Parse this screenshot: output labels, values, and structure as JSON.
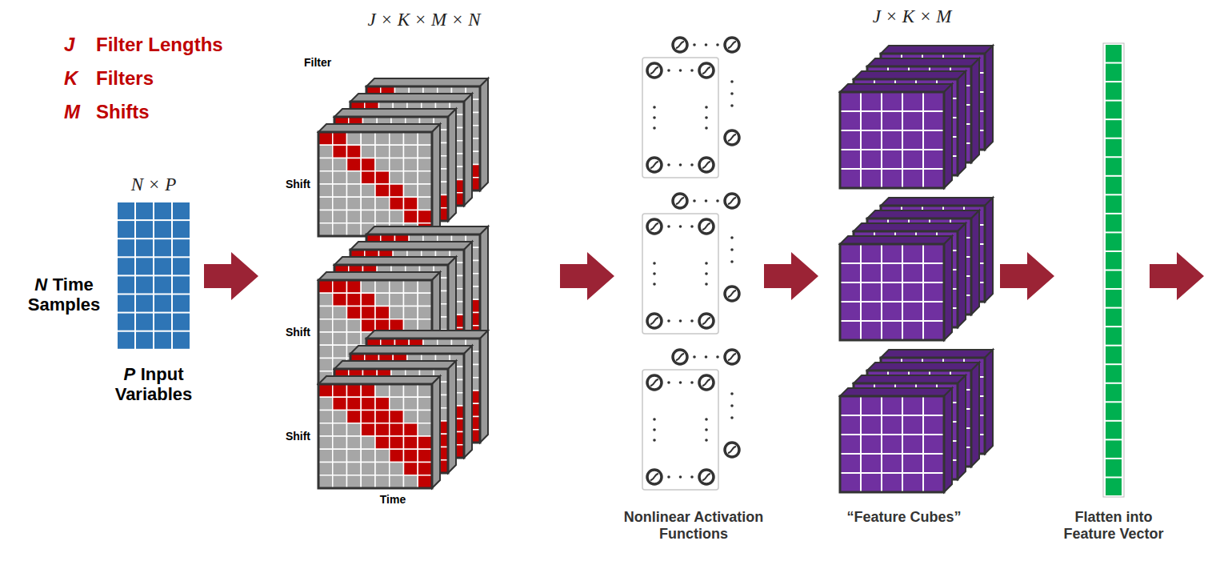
{
  "diagram": {
    "labels": [
      "J",
      "Filter Lengths",
      "K",
      "Filters",
      "M",
      "Shifts",
      "N × P",
      "N",
      "Time Samples",
      "P",
      "Input Variables",
      "J × K × M × N",
      "Filter",
      "Shift",
      "Shift",
      "Shift",
      "Time",
      "Nonlinear Activation Functions",
      "J × K × M",
      "“Feature Cubes”",
      "Flatten into Feature Vector"
    ]
  }
}
